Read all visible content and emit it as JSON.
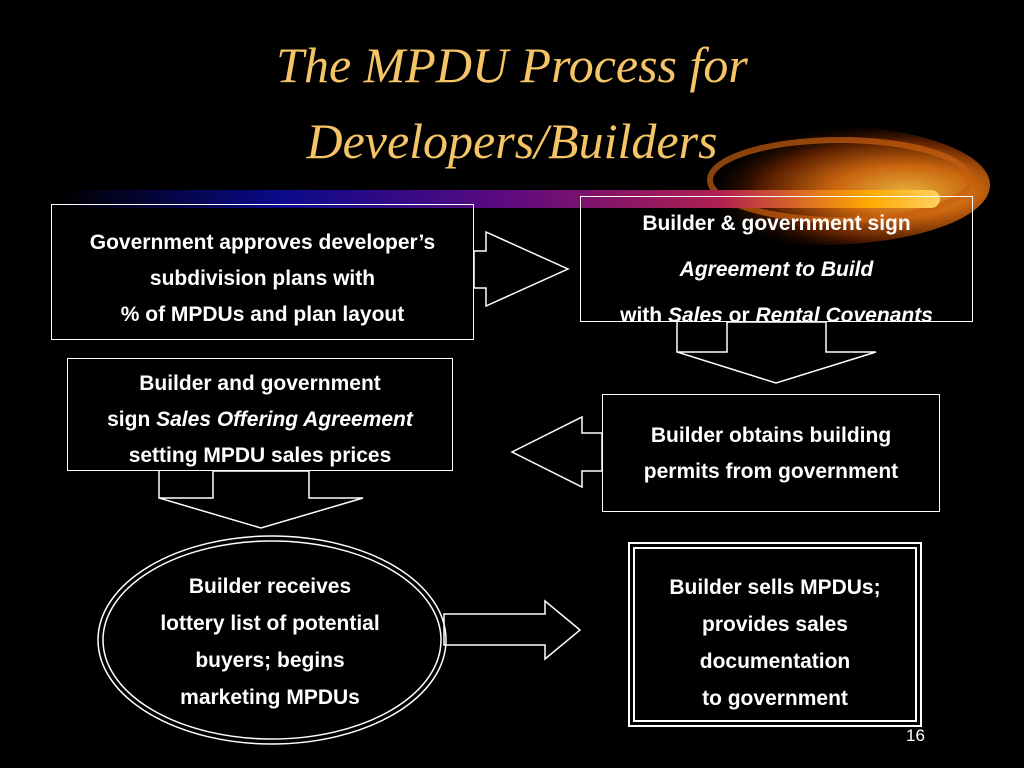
{
  "title": {
    "line1": "The MPDU Process for",
    "line2": "Developers/Builders"
  },
  "colors": {
    "title": "#f4c466",
    "background": "#000000",
    "text": "#ffffff",
    "swoosh_core": "#ffb000"
  },
  "steps": {
    "approve": {
      "line1": "Government approves developer’s",
      "line2": "subdivision plans with",
      "line3": "% of MPDUs and plan layout"
    },
    "agreement": {
      "line1": "Builder & government sign",
      "line2": "Agreement to Build",
      "line3_a": "with ",
      "line3_b": "Sales",
      "line3_c": " or ",
      "line3_d": "Rental Covenants"
    },
    "permits": {
      "line1": "Builder obtains building",
      "line2": "permits from government"
    },
    "sales_agreement": {
      "line1": "Builder and government",
      "line2_a": "sign ",
      "line2_b": "Sales Offering Agreement",
      "line3": "setting MPDU sales prices"
    },
    "lottery": {
      "line1": "Builder receives",
      "line2": "lottery list of potential",
      "line3": "buyers; begins",
      "line4": "marketing MPDUs"
    },
    "sells": {
      "line1": "Builder sells MPDUs;",
      "line2": "provides sales",
      "line3": "documentation",
      "line4": "to government"
    }
  },
  "page_number": "16"
}
